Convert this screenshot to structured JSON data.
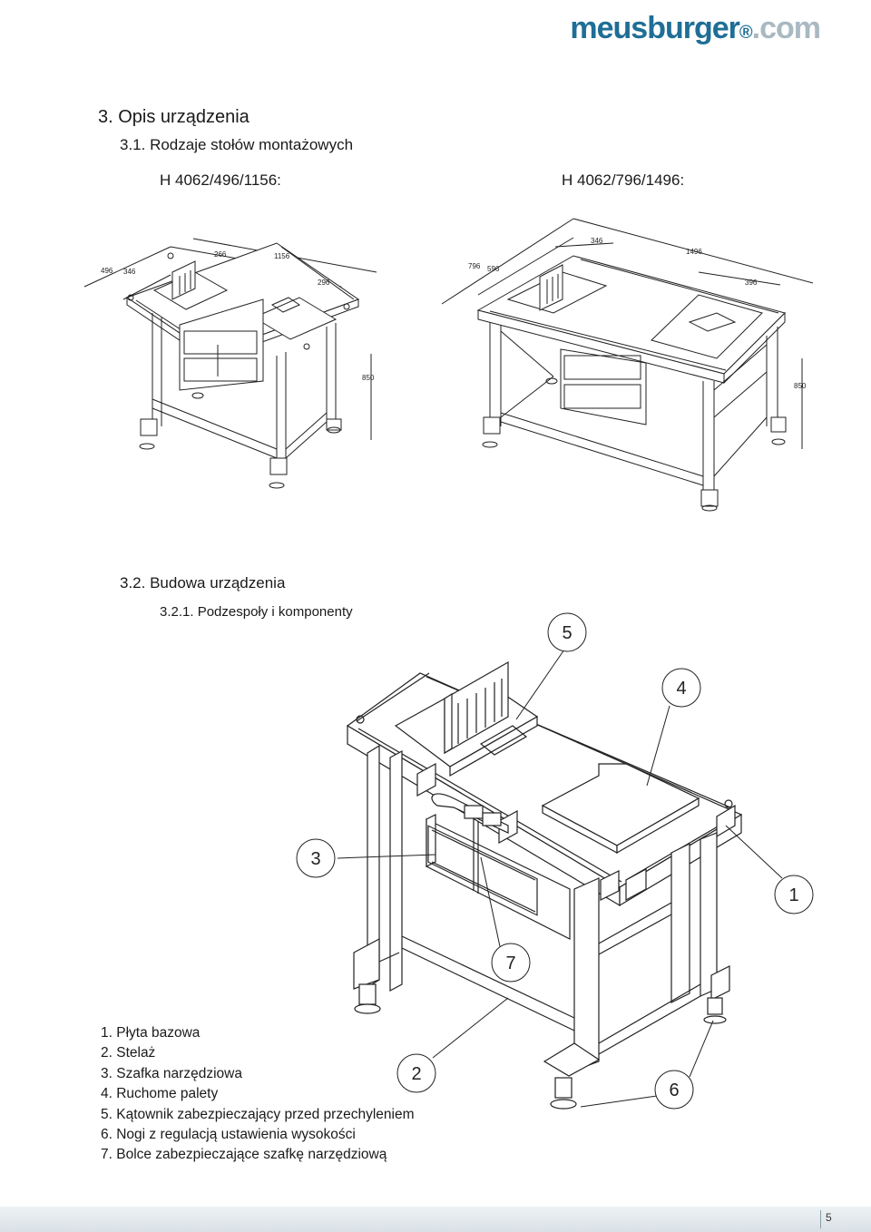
{
  "header": {
    "logo_brand": "meusburger",
    "logo_dot": "®",
    "logo_suffix": ".com"
  },
  "section_title": "3. Opis urządzenia",
  "subsection_title": "3.1. Rodzaje stołów montażowych",
  "models": {
    "left": {
      "label": "H 4062/496/1156:",
      "dimensions": [
        "496",
        "346",
        "266",
        "1156",
        "296",
        "850"
      ]
    },
    "right": {
      "label": "H 4062/796/1496:",
      "dimensions": [
        "796",
        "596",
        "346",
        "1496",
        "396",
        "850"
      ]
    }
  },
  "construction_title": "3.2. Budowa urządzenia",
  "components_title": "3.2.1. Podzespoły i komponenty",
  "callouts": [
    "1",
    "2",
    "3",
    "4",
    "5",
    "6",
    "7"
  ],
  "legend": [
    "1. Płyta bazowa",
    "2. Stelaż",
    "3. Szafka narzędziowa",
    "4. Ruchome palety",
    "5. Kątownik zabezpieczający przed przechyleniem",
    "6. Nogi z regulacją ustawienia wysokości",
    "7. Bolce zabezpieczające szafkę narzędziową"
  ],
  "footer": {
    "page_number": "5"
  }
}
